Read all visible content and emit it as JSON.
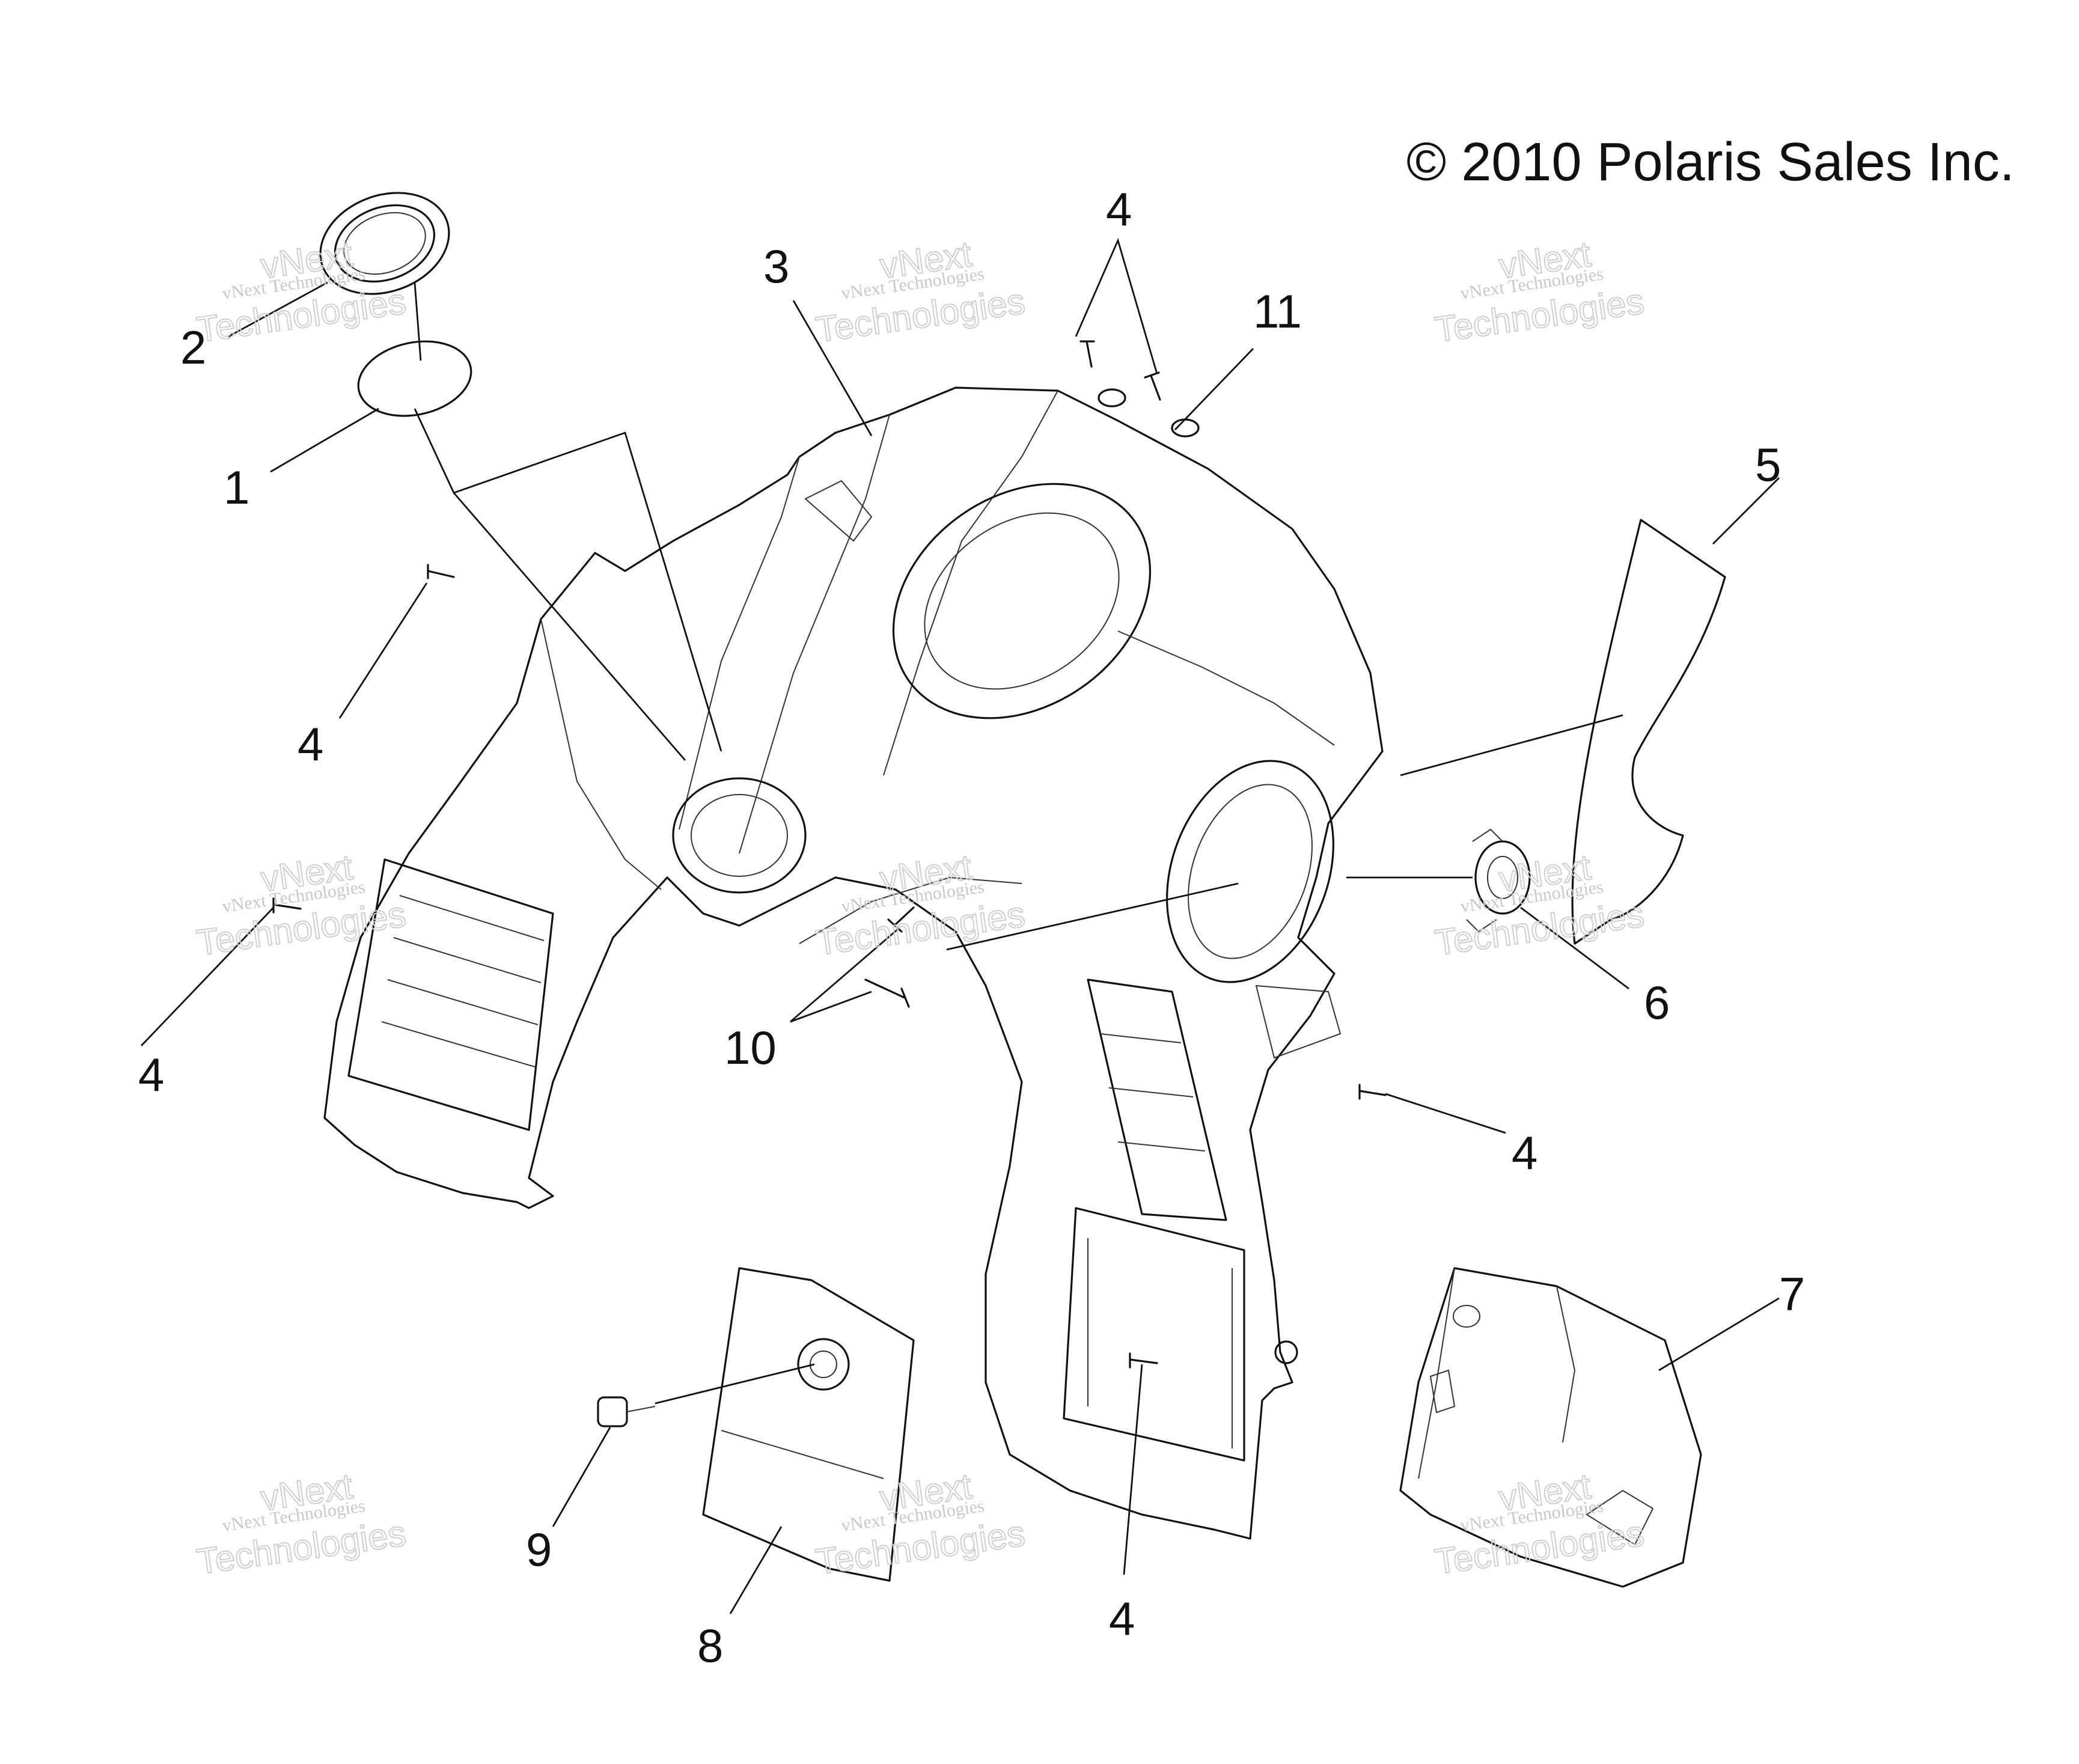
{
  "copyright": "© 2010 Polaris Sales Inc.",
  "callouts": [
    {
      "id": "c1",
      "label": "1"
    },
    {
      "id": "c2",
      "label": "2"
    },
    {
      "id": "c3",
      "label": "3"
    },
    {
      "id": "c4a",
      "label": "4"
    },
    {
      "id": "c4b",
      "label": "4"
    },
    {
      "id": "c4c",
      "label": "4"
    },
    {
      "id": "c4d",
      "label": "4"
    },
    {
      "id": "c4e",
      "label": "4"
    },
    {
      "id": "c5",
      "label": "5"
    },
    {
      "id": "c6",
      "label": "6"
    },
    {
      "id": "c7",
      "label": "7"
    },
    {
      "id": "c8",
      "label": "8"
    },
    {
      "id": "c9",
      "label": "9"
    },
    {
      "id": "c10",
      "label": "10"
    },
    {
      "id": "c11",
      "label": "11"
    }
  ],
  "watermark": {
    "small": "vNext Technologies",
    "large_top": "vNext",
    "large_bottom": "Technologies"
  }
}
